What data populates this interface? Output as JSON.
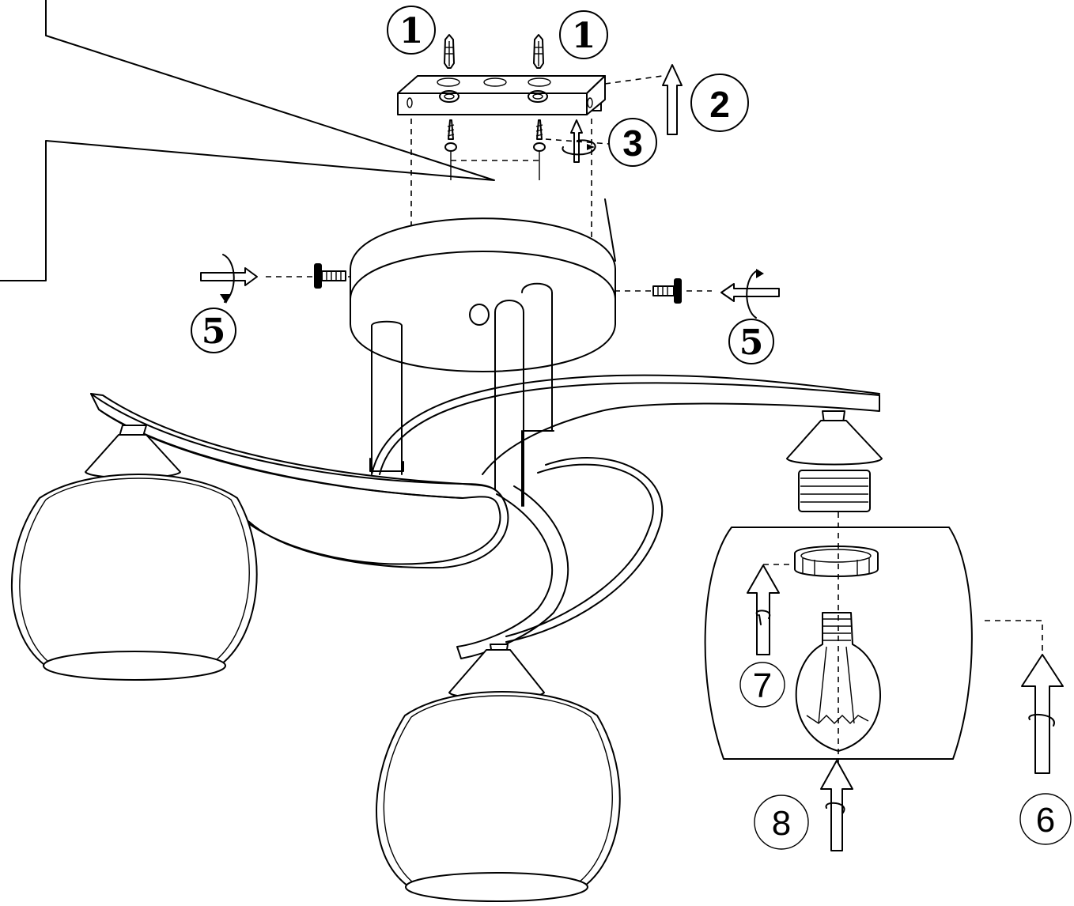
{
  "step_labels": {
    "step1a": "1",
    "step1b": "1",
    "step2": "2",
    "step3": "3",
    "step5a": "5",
    "step5b": "5",
    "step6": "6",
    "step7": "7",
    "step8": "8"
  }
}
